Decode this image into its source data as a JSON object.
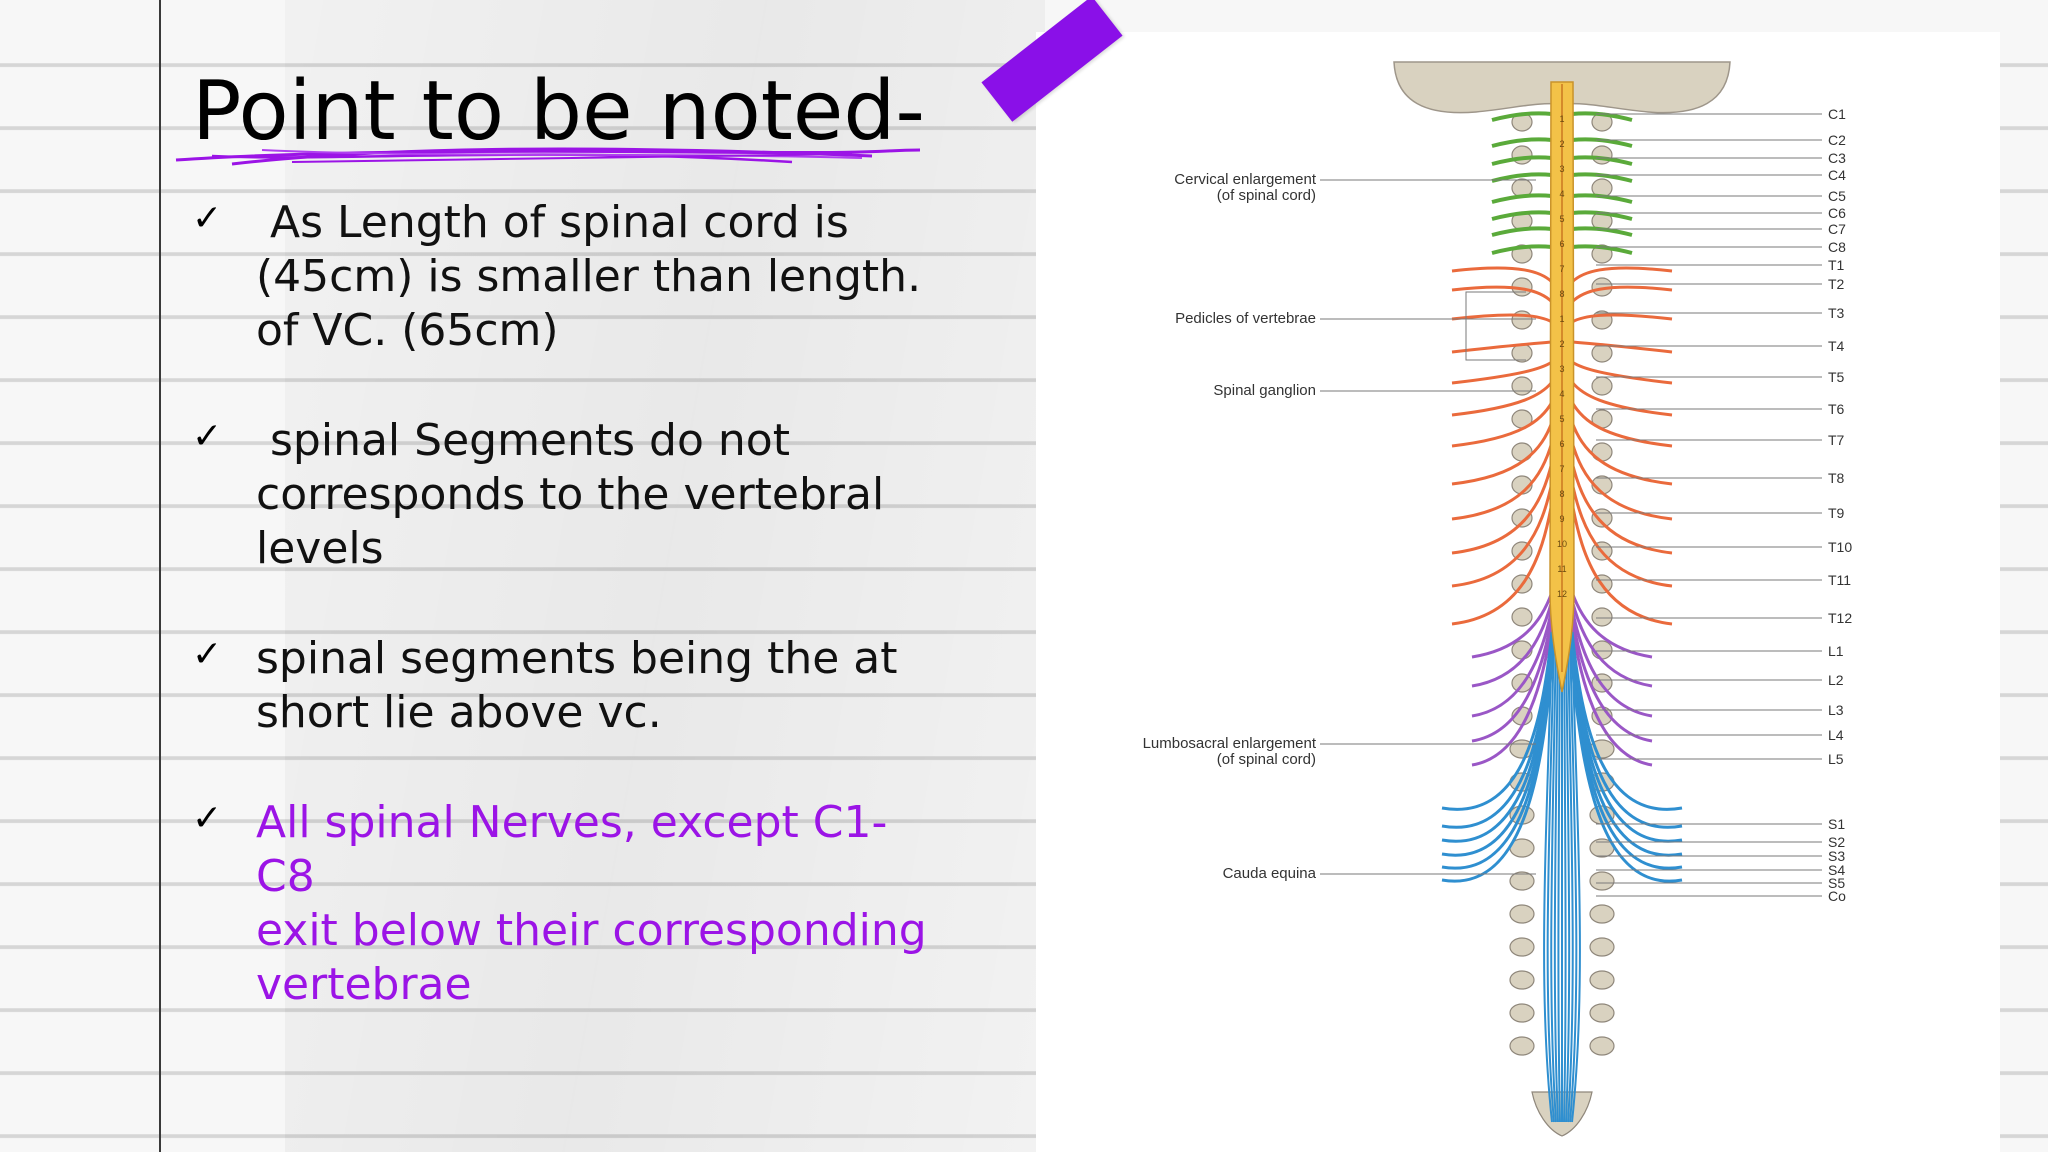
{
  "slide": {
    "title": "Point to be noted-",
    "bullets": [
      {
        "text": " As Length of spinal cord is\n(45cm) is smaller than length.\nof VC. (65cm)"
      },
      {
        "text": " spinal Segments do not\ncorresponds to the vertebral\nlevels"
      },
      {
        "text": "spinal segments being the at\nshort lie above vc."
      },
      {
        "text": "All spinal Nerves, except C1-C8\nexit below their corresponding\nvertebrae"
      }
    ],
    "accent_color": "#9b14e6"
  },
  "figure": {
    "annotations": [
      {
        "line1": "Cervical enlargement",
        "line2": "(of spinal cord)"
      },
      {
        "line1": "Pedicles of vertebrae",
        "line2": ""
      },
      {
        "line1": "Spinal ganglion",
        "line2": ""
      },
      {
        "line1": "Lumbosacral enlargement",
        "line2": "(of spinal cord)"
      },
      {
        "line1": "Cauda equina",
        "line2": ""
      }
    ],
    "levels": [
      "C1",
      "C2",
      "C3",
      "C4",
      "C5",
      "C6",
      "C7",
      "C8",
      "T1",
      "T2",
      "T3",
      "T4",
      "T5",
      "T6",
      "T7",
      "T8",
      "T9",
      "T10",
      "T11",
      "T12",
      "L1",
      "L2",
      "L3",
      "L4",
      "L5",
      "S1",
      "S2",
      "S3",
      "S4",
      "S5",
      "Co"
    ],
    "segment_numbers": [
      "1",
      "2",
      "3",
      "4",
      "5",
      "6",
      "7",
      "8",
      "1",
      "2",
      "3",
      "4",
      "5",
      "6",
      "7",
      "8",
      "9",
      "10",
      "11",
      "12"
    ],
    "colors": {
      "cervical": "#5aaa3a",
      "thoracic": "#ea6a3c",
      "lumbar": "#9a57c6",
      "sacral": "#2f8fd0",
      "cord": "#f3c248",
      "bone": "#d9d2c0"
    }
  }
}
